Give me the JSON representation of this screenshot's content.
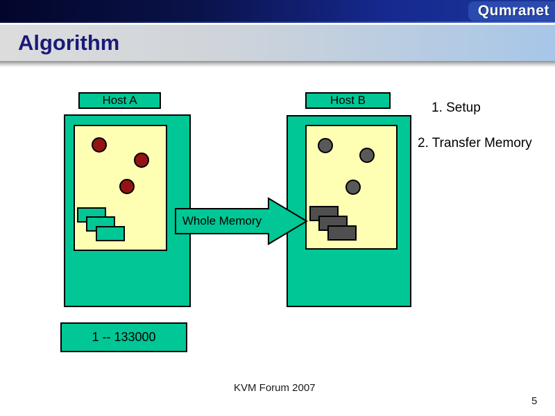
{
  "header": {
    "logo": "Qumranet",
    "title": "Algorithm"
  },
  "diagram": {
    "host_a": {
      "label": "Host A"
    },
    "host_b": {
      "label": "Host B"
    },
    "arrow_label": "Whole Memory",
    "steps": [
      {
        "label": "1. Setup"
      },
      {
        "label": "2. Transfer Memory"
      }
    ],
    "range_box_label": "1 -- 133000",
    "colors": {
      "teal": "#00c795",
      "memory_yellow": "#ffffb3",
      "vm_red": "#941414",
      "vm_gray": "#595959",
      "chip_gray": "#4f4f4f",
      "topbar_navy_left": "#03062b",
      "topbar_navy_right": "#1b3697",
      "logo_blue": "#2a4aad",
      "titleband_gray": "#dcdcdc",
      "titleband_blue": "#a7c6e8",
      "title_navy": "#1a1a78"
    }
  },
  "footer": {
    "center": "KVM Forum 2007",
    "page_number": "5"
  }
}
